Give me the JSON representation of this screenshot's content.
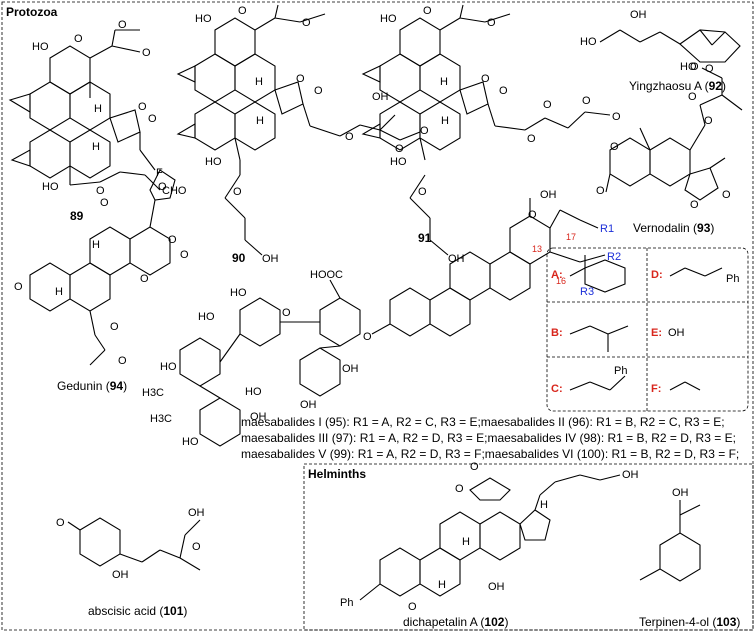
{
  "sections": {
    "protozoa": "Protozoa",
    "helminths": "Helminths"
  },
  "compounds": {
    "c89": "89",
    "c90": "90",
    "c91": "91",
    "c92_name": "Yingzhaosu A (",
    "c92_num": "92",
    "c93_name": "Vernodalin (",
    "c93_num": "93",
    "c94_name": "Gedunin (",
    "c94_num": "94",
    "c101_name": "abscisic acid (",
    "c101_num": "101",
    "c102_name": "dichapetalin A (",
    "c102_num": "102",
    "c103_name": "Terpinen-4-ol (",
    "c103_num": "103",
    "close": ")"
  },
  "maesabalides": [
    "maesabalides I (95): R1 = A, R2 = C, R3 = E;maesabalides II (96): R1 = B, R2 = C, R3 = E;",
    "maesabalides III (97): R1 = A, R2 = D, R3 = E;maesabalides IV (98): R1 = B, R2 = D, R3 = E;",
    "maesabalides V (99): R1 = A, R2 = D, R3 = F;maesabalides VI (100): R1 = B, R2 = D, R3 = F;"
  ],
  "substituents": {
    "A": "A:",
    "B": "B:",
    "C": "C:",
    "D": "D:",
    "E": "E:",
    "F": "F:",
    "E_group": "OH"
  },
  "r_groups": {
    "r1": "R1",
    "r2": "R2",
    "r3": "R3"
  },
  "positions": {
    "p13": "13",
    "p16": "16",
    "p17": "17"
  },
  "atoms": {
    "HO": "HO",
    "OH": "OH",
    "O": "O",
    "H": "H",
    "F": "F",
    "CHO": "CHO",
    "COOH": "OH",
    "HOOC": "HOOC",
    "Ph": "Ph",
    "H3C": "H3C"
  }
}
